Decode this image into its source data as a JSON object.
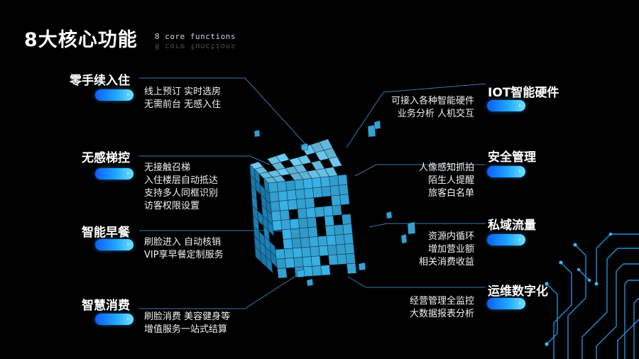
{
  "header": {
    "title": "8大核心功能",
    "subtitle": "8 core functions"
  },
  "colors": {
    "background": "#000000",
    "accent": "#1e90ff",
    "cube": "#3ab3e8",
    "line": "#4aa6d8"
  },
  "features_left": [
    {
      "title": "零手续入住",
      "lines": [
        "线上预订 实时选房",
        "无需前台 无感入住"
      ]
    },
    {
      "title": "无感梯控",
      "lines": [
        "无接触召梯",
        "入住楼层自动抵达",
        "支持多人同框识别",
        "访客权限设置"
      ]
    },
    {
      "title": "智能早餐",
      "lines": [
        "刷脸进入 自动核销",
        "VIP享早餐定制服务"
      ]
    },
    {
      "title": "智慧消费",
      "lines": [
        "刷脸消费 美容健身等",
        "增值服务一站式结算"
      ]
    }
  ],
  "features_right": [
    {
      "title": "IOT智能硬件",
      "lines": [
        "可接入各种智能硬件",
        "业务分析 人机交互"
      ]
    },
    {
      "title": "安全管理",
      "lines": [
        "人像感知抓拍",
        "陌生人提醒",
        "旅客白名单"
      ]
    },
    {
      "title": "私域流量",
      "lines": [
        "资源内循环",
        "增加营业额",
        "相关消费收益"
      ]
    },
    {
      "title": "运维数字化",
      "lines": [
        "经营管理全监控",
        "大数据报表分析"
      ]
    }
  ]
}
